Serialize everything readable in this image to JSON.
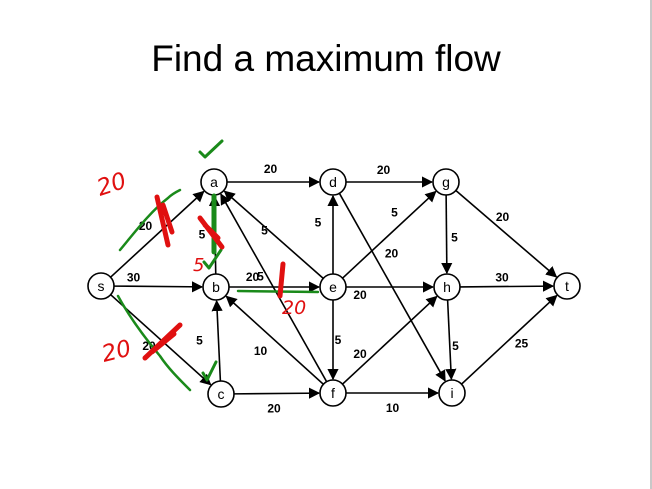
{
  "title": "Find a maximum flow",
  "nodes": [
    {
      "id": "s",
      "label": "s"
    },
    {
      "id": "a",
      "label": "a"
    },
    {
      "id": "b",
      "label": "b"
    },
    {
      "id": "c",
      "label": "c"
    },
    {
      "id": "d",
      "label": "d"
    },
    {
      "id": "e",
      "label": "e"
    },
    {
      "id": "f",
      "label": "f"
    },
    {
      "id": "g",
      "label": "g"
    },
    {
      "id": "h",
      "label": "h"
    },
    {
      "id": "i",
      "label": "i"
    },
    {
      "id": "t",
      "label": "t"
    }
  ],
  "edges": [
    {
      "from": "s",
      "to": "a",
      "capacity": "20"
    },
    {
      "from": "s",
      "to": "b",
      "capacity": "30"
    },
    {
      "from": "s",
      "to": "c",
      "capacity": "20"
    },
    {
      "from": "a",
      "to": "d",
      "capacity": "20"
    },
    {
      "from": "b",
      "to": "a",
      "capacity": "5"
    },
    {
      "from": "e",
      "to": "a",
      "capacity": "5"
    },
    {
      "from": "f",
      "to": "a",
      "capacity": "5"
    },
    {
      "from": "c",
      "to": "b",
      "capacity": "5"
    },
    {
      "from": "b",
      "to": "e",
      "capacity": "20"
    },
    {
      "from": "f",
      "to": "b",
      "capacity": "10"
    },
    {
      "from": "c",
      "to": "f",
      "capacity": "20"
    },
    {
      "from": "d",
      "to": "g",
      "capacity": "20"
    },
    {
      "from": "e",
      "to": "d",
      "capacity": "5"
    },
    {
      "from": "d",
      "to": "i",
      "capacity": "20"
    },
    {
      "from": "e",
      "to": "g",
      "capacity": "5"
    },
    {
      "from": "e",
      "to": "h",
      "capacity": "20"
    },
    {
      "from": "e",
      "to": "f",
      "capacity": "5"
    },
    {
      "from": "f",
      "to": "h",
      "capacity": "20"
    },
    {
      "from": "f",
      "to": "i",
      "capacity": "10"
    },
    {
      "from": "g",
      "to": "h",
      "capacity": "5"
    },
    {
      "from": "g",
      "to": "t",
      "capacity": "20"
    },
    {
      "from": "h",
      "to": "t",
      "capacity": "30"
    },
    {
      "from": "h",
      "to": "i",
      "capacity": "5"
    },
    {
      "from": "i",
      "to": "t",
      "capacity": "25"
    }
  ],
  "annotations": {
    "flow_s_a": "20",
    "flow_s_c": "20",
    "flow_b_a": "5",
    "flow_b_e": "20"
  },
  "colors": {
    "ink_red": "#e01010",
    "ink_green": "#1a8a1a"
  }
}
